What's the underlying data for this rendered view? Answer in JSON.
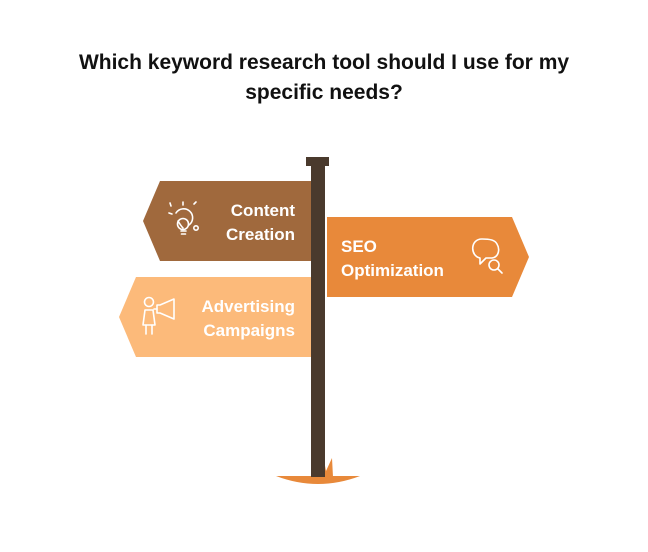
{
  "title": {
    "line1": "Which keyword research tool should I use for my",
    "line2": "specific needs?"
  },
  "signs": [
    {
      "id": "content-creation",
      "line1": "Content",
      "line2": "Creation",
      "icon": "lightbulb-idea-icon",
      "color": "#a0693d",
      "direction": "left"
    },
    {
      "id": "seo-optimization",
      "line1": "SEO",
      "line2": "Optimization",
      "icon": "chat-search-icon",
      "color": "#e8893a",
      "direction": "right"
    },
    {
      "id": "advertising-campaigns",
      "line1": "Advertising",
      "line2": "Campaigns",
      "icon": "person-megaphone-icon",
      "color": "#fcba7a",
      "direction": "left"
    }
  ],
  "colors": {
    "post": "#4a3a2d",
    "ground": "#e8893a",
    "title": "#111111",
    "sign_text": "#ffffff"
  }
}
